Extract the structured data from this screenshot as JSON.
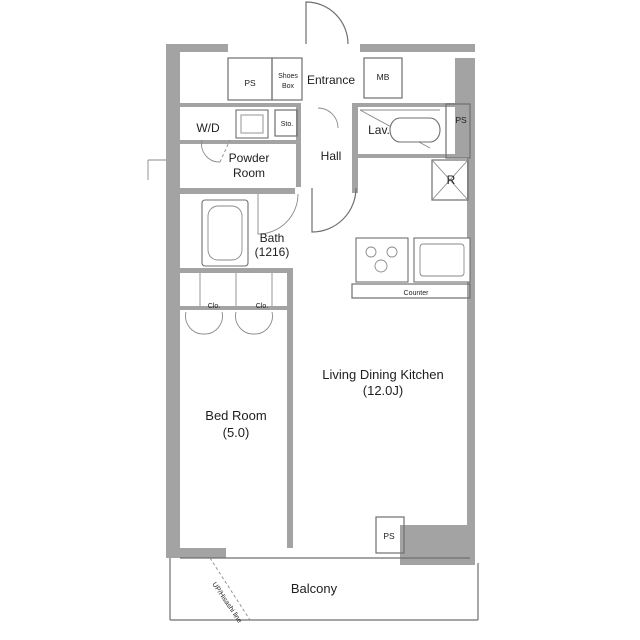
{
  "rooms": {
    "entrance": "Entrance",
    "shoes_box_line1": "Shoes",
    "shoes_box_line2": "Box",
    "ps_top": "PS",
    "mb": "MB",
    "ps_right": "PS",
    "wd": "W/D",
    "sto": "Sto.",
    "lav": "Lav.",
    "powder_line1": "Powder",
    "powder_line2": "Room",
    "hall": "Hall",
    "refuse": "R",
    "bath": "Bath",
    "bath_size": "(1216)",
    "counter": "Counter",
    "clo_left": "Clo.",
    "clo_right": "Clo.",
    "ldk": "Living Dining Kitchen",
    "ldk_size": "(12.0J)",
    "bedroom": "Bed Room",
    "bedroom_size": "(5.0)",
    "ps_bottom": "PS",
    "balcony": "Balcony",
    "hisashi_line": "UP/Hisashi line"
  },
  "colors": {
    "wall": "#a3a3a3",
    "line": "#6f6f6f",
    "text": "#1e1e1e",
    "background": "#ffffff"
  }
}
